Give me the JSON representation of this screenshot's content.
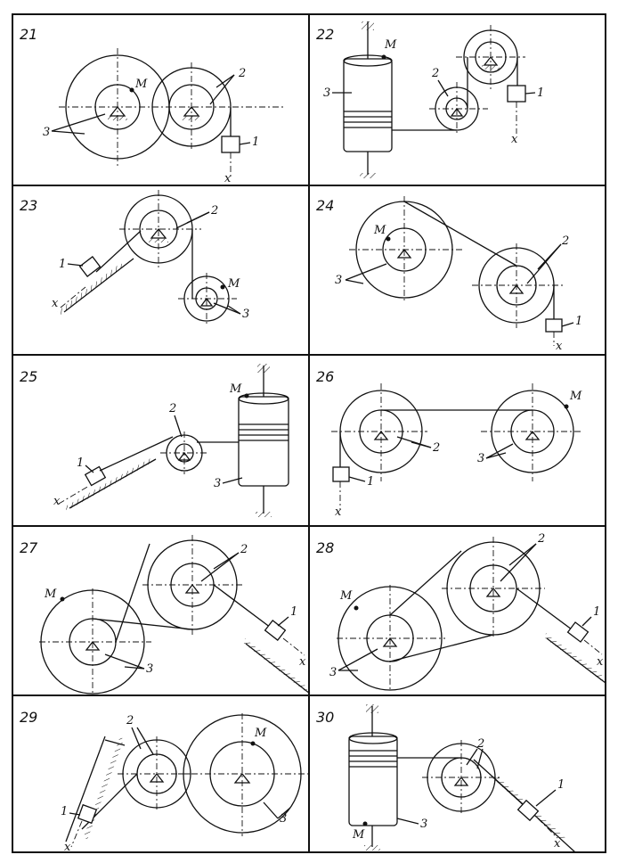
{
  "panels": [
    {
      "number": "21",
      "labels": {
        "point": "M",
        "body1": "1",
        "body2": "2",
        "body3": "3",
        "axis": "x"
      }
    },
    {
      "number": "22",
      "labels": {
        "point": "M",
        "body1": "1",
        "body2": "2",
        "body3": "3",
        "axis": "x"
      }
    },
    {
      "number": "23",
      "labels": {
        "point": "M",
        "body1": "1",
        "body2": "2",
        "body3": "3",
        "axis": "x"
      }
    },
    {
      "number": "24",
      "labels": {
        "point": "M",
        "body1": "1",
        "body2": "2",
        "body3": "3",
        "axis": "x"
      }
    },
    {
      "number": "25",
      "labels": {
        "point": "M",
        "body1": "1",
        "body2": "2",
        "body3": "3",
        "axis": "x"
      }
    },
    {
      "number": "26",
      "labels": {
        "point": "M",
        "body1": "1",
        "body2": "2",
        "body3": "3",
        "axis": "x"
      }
    },
    {
      "number": "27",
      "labels": {
        "point": "M",
        "body1": "1",
        "body2": "2",
        "body3": "3",
        "axis": "x"
      }
    },
    {
      "number": "28",
      "labels": {
        "point": "M",
        "body1": "1",
        "body2": "2",
        "body3": "3",
        "axis": "x"
      }
    },
    {
      "number": "29",
      "labels": {
        "point": "M",
        "body1": "1",
        "body2": "2",
        "body3": "3",
        "axis": "x"
      }
    },
    {
      "number": "30",
      "labels": {
        "point": "M",
        "body1": "1",
        "body2": "2",
        "body3": "3",
        "axis": "x"
      }
    }
  ]
}
